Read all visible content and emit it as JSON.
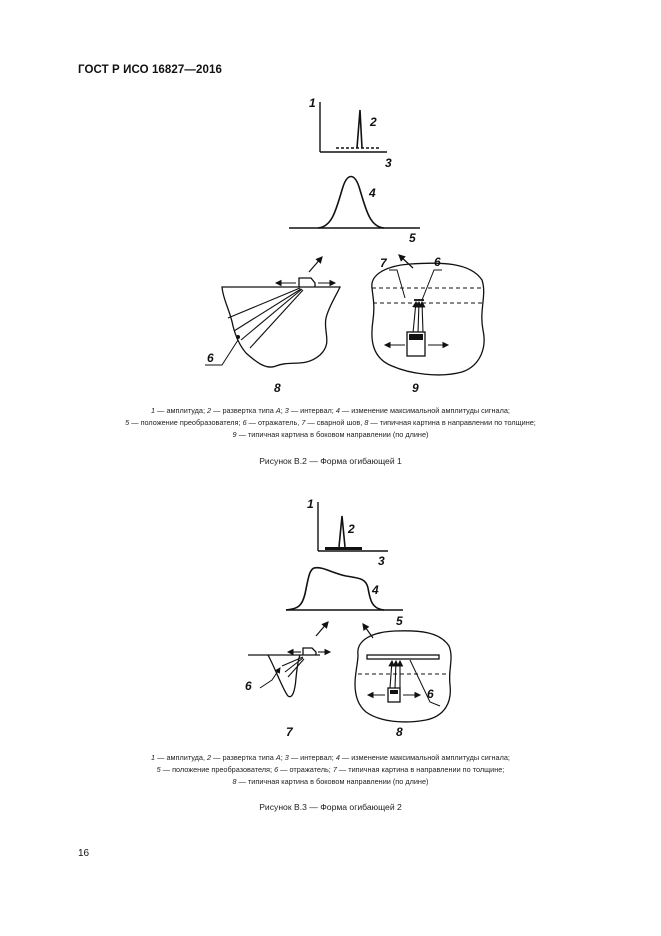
{
  "header": {
    "standard": "ГОСТ Р ИСО 16827—2016"
  },
  "figure_b2": {
    "labels": {
      "l1": "1",
      "l2": "2",
      "l3": "3",
      "l4": "4",
      "l5": "5",
      "l6": "6",
      "l6b": "6",
      "l7": "7",
      "l8": "8",
      "l9": "9"
    },
    "legend": [
      {
        "n1": "1",
        "t1": " — амплитуда; ",
        "n2": "2",
        "t2": " — развертка типа ",
        "a": "A",
        "t3": "; ",
        "n3": "3",
        "t4": " — интервал; ",
        "n4": "4",
        "t5": " — изменение максимальной амплитуды сигнала;"
      },
      {
        "n1": "5",
        "t1": " — положение преобразователя; ",
        "n2": "6",
        "t2": " — отражатель, ",
        "n3": "7",
        "t3": " — сварной шов, ",
        "n4": "8",
        "t4": " — типичная картина в направлении по толщине;"
      },
      {
        "n1": "9",
        "t1": " — типичная картина в боковом направлении (по длине)"
      }
    ],
    "title": "Рисунок В.2 — Форма огибающей 1"
  },
  "figure_b3": {
    "labels": {
      "l1": "1",
      "l2": "2",
      "l3": "3",
      "l4": "4",
      "l5": "5",
      "l6": "6",
      "l6b": "6",
      "l7": "7",
      "l8": "8"
    },
    "legend": [
      {
        "n1": "1",
        "t1": " — амплитуда, ",
        "n2": "2",
        "t2": " — развертка типа ",
        "a": "A",
        "t3": "; ",
        "n3": "3",
        "t4": " — интервал; ",
        "n4": "4",
        "t5": " — изменение максимальной амплитуды сигнала;"
      },
      {
        "n1": "5",
        "t1": " — положение преобразователя; ",
        "n2": "6",
        "t2": " — отражатель; ",
        "n3": "7",
        "t3": " — типичная картина в направлении по толщине;"
      },
      {
        "n1": "8",
        "t1": " — типичная картина в боковом направлении (по длине)"
      }
    ],
    "title": "Рисунок В.3 — Форма огибающей 2"
  },
  "footer": {
    "page_number": "16"
  }
}
